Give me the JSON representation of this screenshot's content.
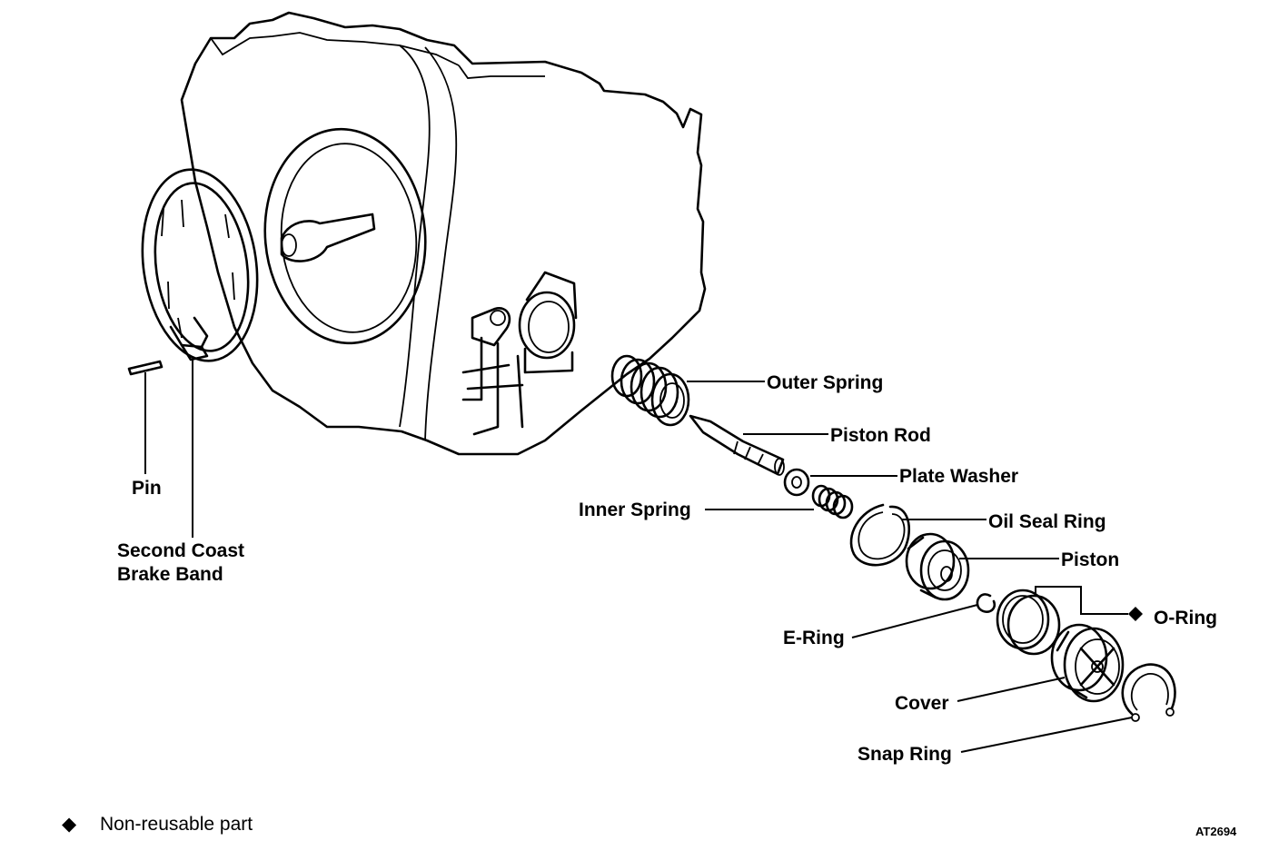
{
  "labels": {
    "outer_spring": "Outer Spring",
    "piston_rod": "Piston Rod",
    "plate_washer": "Plate Washer",
    "inner_spring": "Inner Spring",
    "oil_seal_ring": "Oil Seal Ring",
    "piston": "Piston",
    "o_ring": "O-Ring",
    "e_ring": "E-Ring",
    "cover": "Cover",
    "snap_ring": "Snap Ring",
    "pin": "Pin",
    "second_coast_line1": "Second Coast",
    "second_coast_line2": "Brake Band"
  },
  "legend": {
    "symbol": "◆",
    "text": "Non-reusable part"
  },
  "figure_code": "AT2694",
  "colors": {
    "ink": "#000000",
    "paper": "#ffffff"
  }
}
